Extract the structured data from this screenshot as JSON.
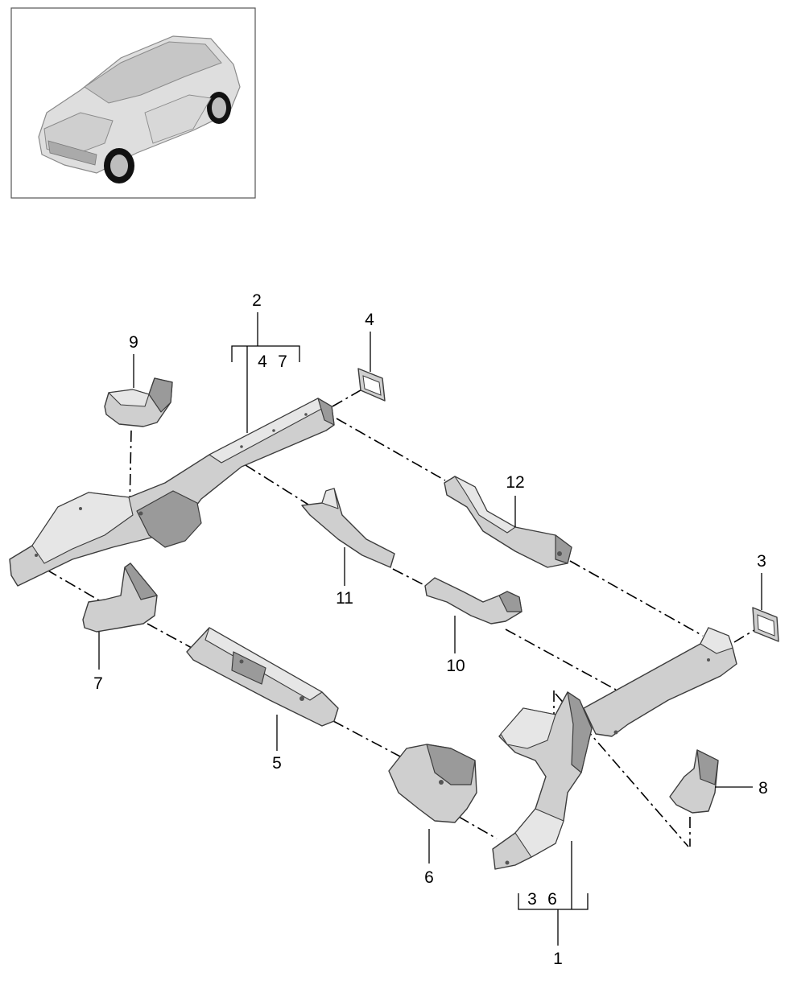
{
  "thumbnail": {
    "subject": "vehicle-overview",
    "icon": "car-icon"
  },
  "callouts": {
    "c1": "1",
    "c2": "2",
    "c3": "3",
    "c4": "4",
    "c5": "5",
    "c6": "6",
    "c7": "7",
    "c8": "8",
    "c9": "9",
    "c10": "10",
    "c11": "11",
    "c12": "12"
  },
  "subgroups": {
    "g2": {
      "a": "4",
      "b": "7"
    },
    "g1": {
      "a": "3",
      "b": "6"
    }
  },
  "colors": {
    "part_fill": "#cfcfcf",
    "outline": "#3c3c3c",
    "frame": "#555555"
  }
}
